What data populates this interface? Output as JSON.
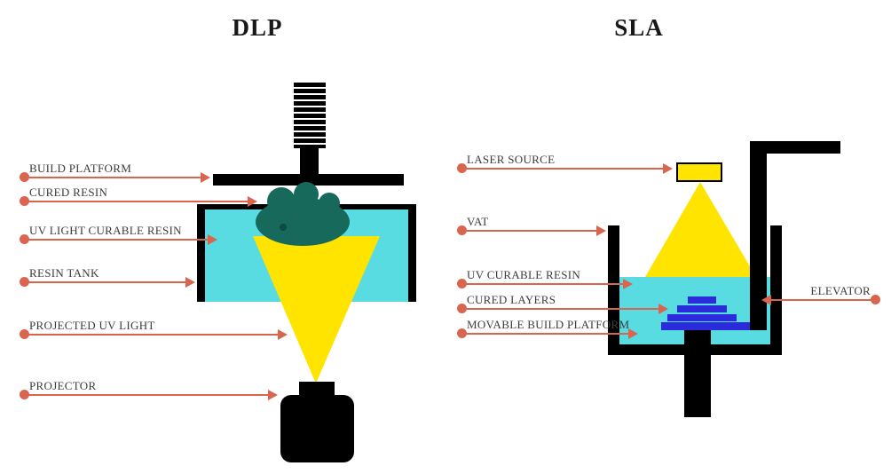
{
  "titles": {
    "dlp": "DLP",
    "sla": "SLA"
  },
  "colors": {
    "accent": "#d9654e",
    "resin": "#59dbe2",
    "uv_light": "#ffe400",
    "cured_resin": "#17695c",
    "cured_layers": "#2b2bdb",
    "machine": "#000000"
  },
  "dlp": {
    "labels": [
      {
        "text": "BUILD PLATFORM"
      },
      {
        "text": "CURED RESIN"
      },
      {
        "text": "UV LIGHT CURABLE RESIN"
      },
      {
        "text": "RESIN TANK"
      },
      {
        "text": "PROJECTED UV LIGHT"
      },
      {
        "text": "PROJECTOR"
      }
    ]
  },
  "sla": {
    "labels": [
      {
        "text": "LASER SOURCE"
      },
      {
        "text": "VAT"
      },
      {
        "text": "UV CURABLE RESIN"
      },
      {
        "text": "CURED LAYERS"
      },
      {
        "text": "MOVABLE BUILD PLATFORM"
      },
      {
        "text": "ELEVATOR"
      }
    ]
  }
}
